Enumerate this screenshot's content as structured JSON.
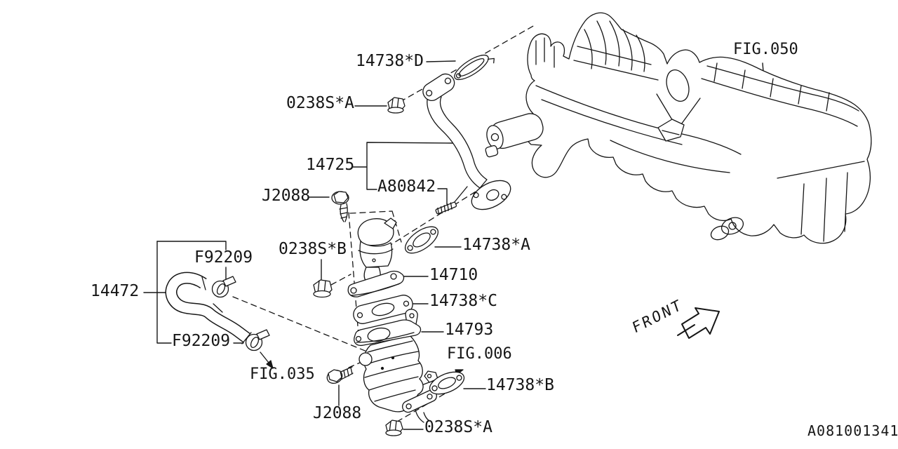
{
  "diagram": {
    "doc_number": "A081001341",
    "front_label": "FRONT",
    "figure_references": {
      "fig050": "FIG.050",
      "fig035": "FIG.035",
      "fig006": "FIG.006"
    },
    "part_callouts": {
      "c14738D": "14738*D",
      "c0238SA_top": "0238S*A",
      "c14725": "14725",
      "cA80842": "A80842",
      "cJ2088_top": "J2088",
      "cF92209_upper": "F92209",
      "c0238SB": "0238S*B",
      "c14472": "14472",
      "c14738A": "14738*A",
      "c14710": "14710",
      "c14738C": "14738*C",
      "c14793": "14793",
      "cF92209_lower": "F92209",
      "c14738B": "14738*B",
      "cJ2088_bottom": "J2088",
      "c0238SA_bottom": "0238S*A"
    },
    "colors": {
      "background": "#ffffff",
      "line": "#161616"
    }
  }
}
